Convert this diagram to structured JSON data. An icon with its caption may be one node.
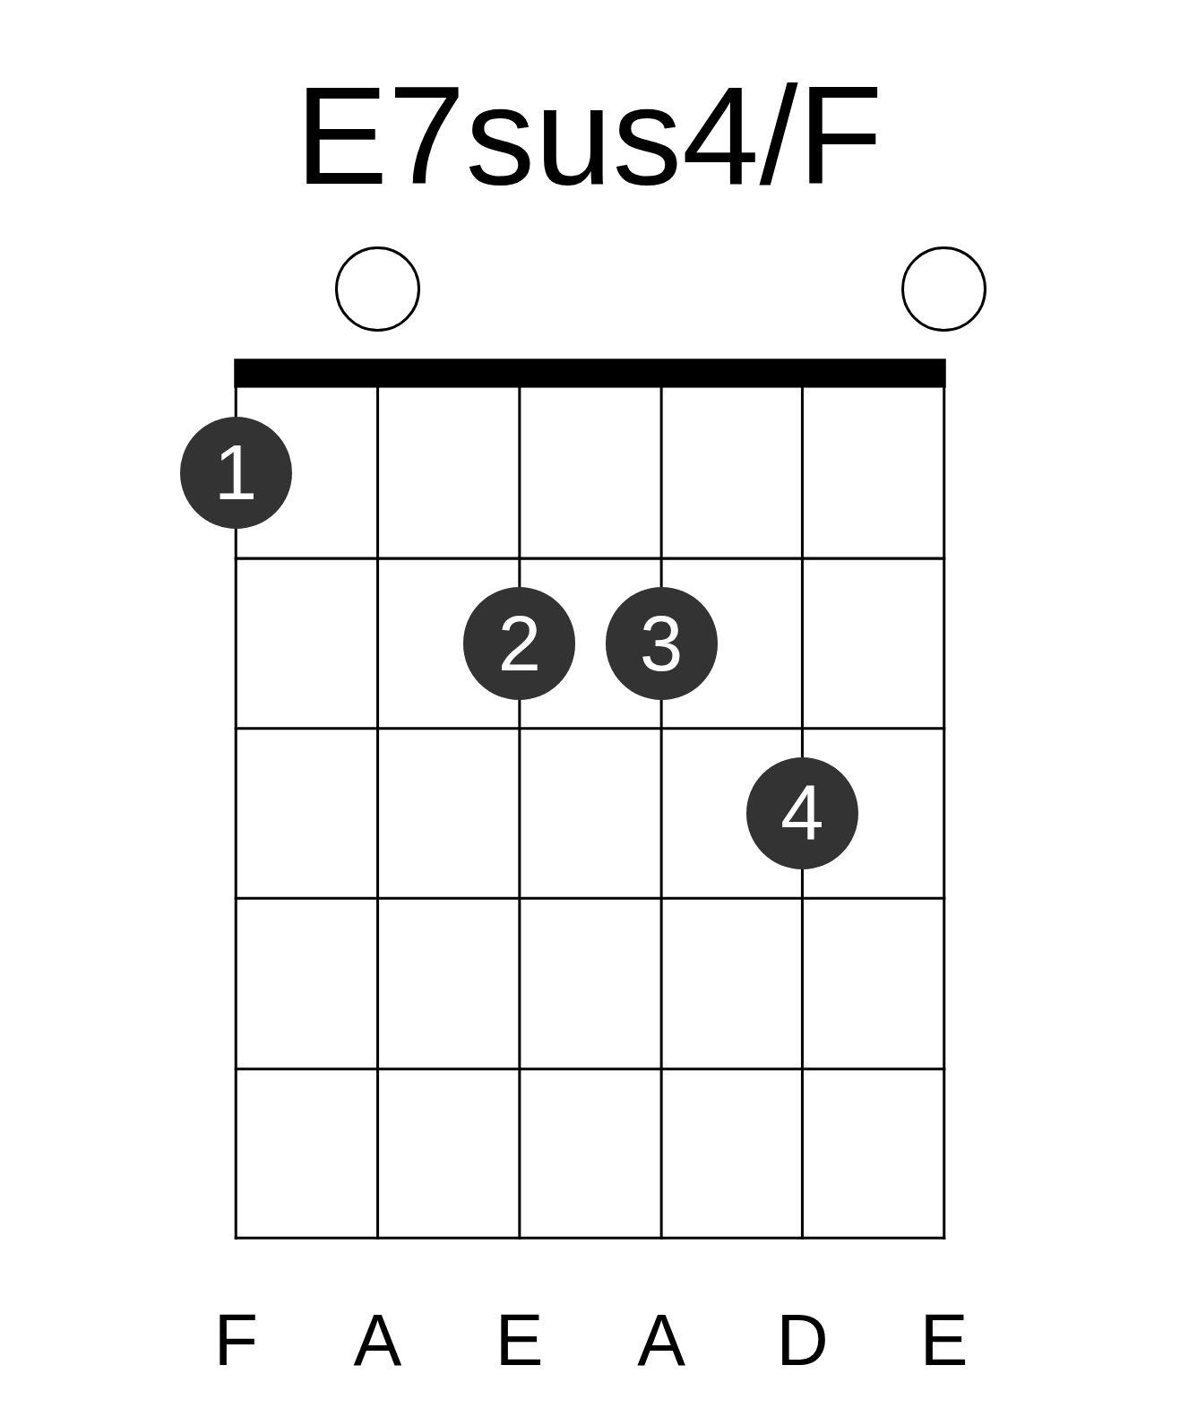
{
  "diagram": {
    "title": "E7sus4/F",
    "nodes": [
      {
        "text": [],
        "shape": "circle"
      },
      {
        "text": [],
        "shape": "circle"
      },
      {
        "text": [
          "1"
        ]
      },
      {
        "text": [
          "2"
        ]
      },
      {
        "text": [
          "3"
        ]
      },
      {
        "text": [
          "4"
        ]
      }
    ],
    "labels": [
      "F",
      "A",
      "E",
      "A",
      "D",
      "E"
    ]
  }
}
